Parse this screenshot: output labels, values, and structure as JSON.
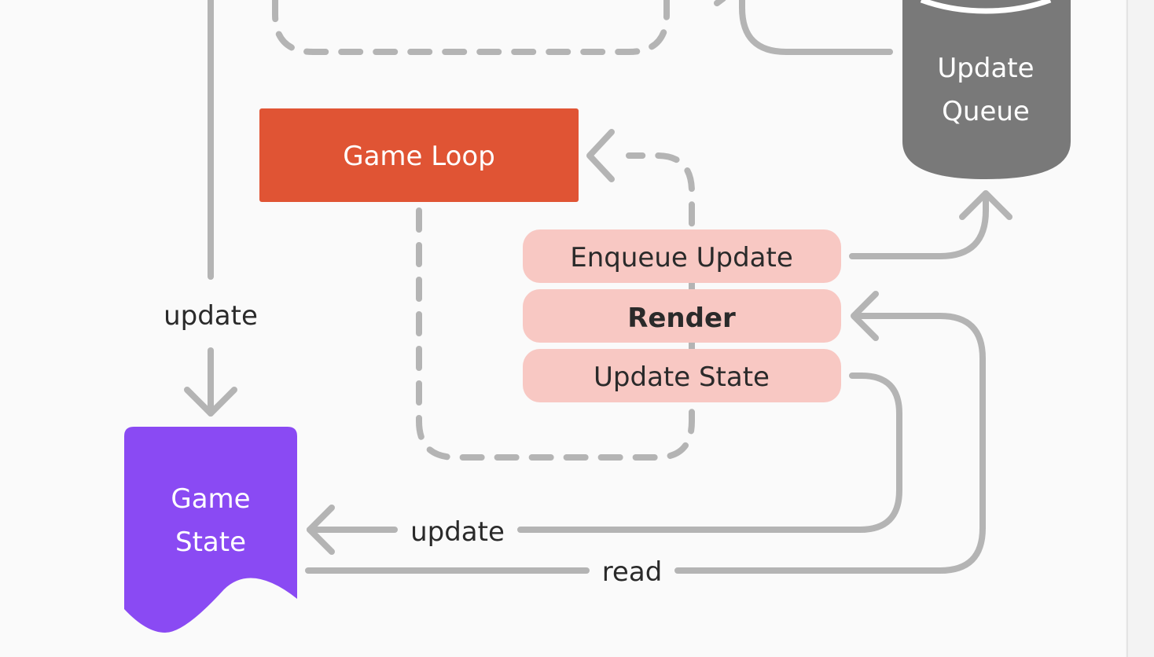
{
  "nodes": {
    "game_loop": {
      "label": "Game Loop",
      "color": "#e05434",
      "text_color": "#ffffff"
    },
    "update_queue": {
      "line1": "Update",
      "line2": "Queue",
      "color": "#797979",
      "text_color": "#ffffff"
    },
    "game_state": {
      "line1": "Game",
      "line2": "State",
      "color": "#8a4af3",
      "text_color": "#ffffff"
    },
    "enqueue_update": {
      "label": "Enqueue Update",
      "color": "#f8c8c3",
      "text_color": "#2a2a2a"
    },
    "render": {
      "label": "Render",
      "color": "#f8c8c3",
      "text_color": "#2a2a2a"
    },
    "update_state": {
      "label": "Update State",
      "color": "#f8c8c3",
      "text_color": "#2a2a2a"
    }
  },
  "edge_labels": {
    "update_top": "update",
    "update_bottom": "update",
    "read": "read"
  },
  "colors": {
    "background": "#fafafa",
    "edge": "#b4b4b4",
    "label_text": "#2a2a2a"
  }
}
